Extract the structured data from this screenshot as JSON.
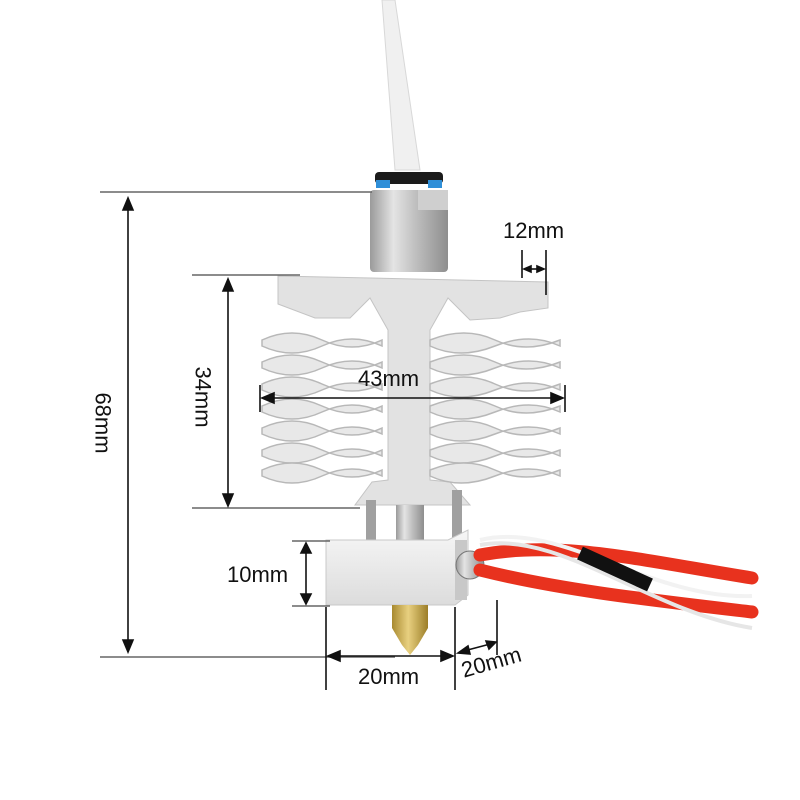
{
  "diagram": {
    "subject": "3D printer hotend with heatsink, heater block and nozzle",
    "dimensions": {
      "total_height": "68mm",
      "heatsink_height": "34mm",
      "heatsink_width": "43mm",
      "top_ledge": "12mm",
      "block_height": "10mm",
      "block_width": "20mm",
      "block_depth": "20mm"
    },
    "colors": {
      "aluminum": "#e6e6e6",
      "aluminum_shadow": "#b9b9b9",
      "brass": "#c9a94a",
      "tube": "#f2f2f2",
      "fitting_blue": "#2f8fd8",
      "wire_red": "#e8321e",
      "wire_white": "#f4f4f4",
      "dimension_line": "#111111"
    }
  }
}
